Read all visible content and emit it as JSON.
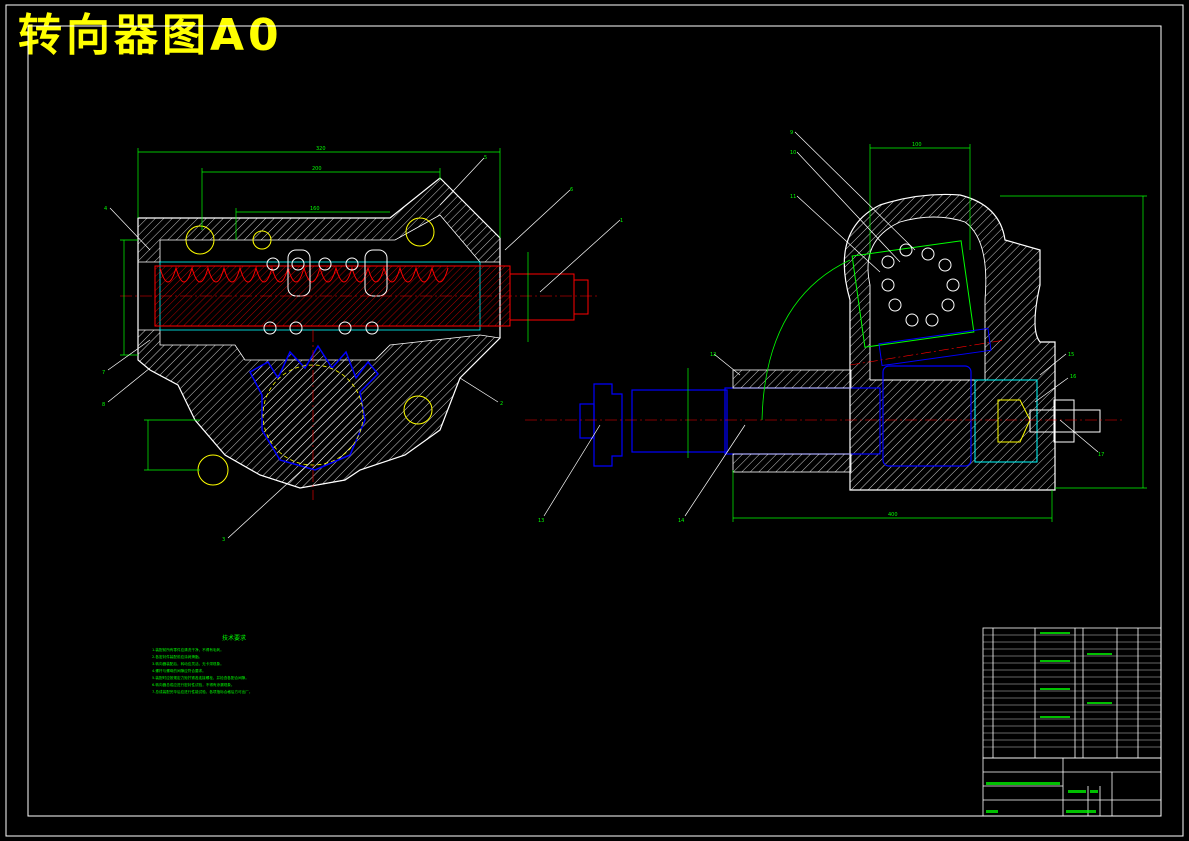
{
  "drawing": {
    "title": "转向器图A0",
    "colors": {
      "background": "#000000",
      "frame": "#ffffff",
      "title": "#ffff00",
      "outline": "#ffffff",
      "dimension": "#00ff00",
      "hidden": "#00ffff",
      "section": "#ff0000",
      "shaft": "#0000ff",
      "part": "#ff00ff"
    },
    "balloons": {
      "left_view": [
        "4",
        "5",
        "6",
        "1",
        "7",
        "8",
        "2",
        "3"
      ],
      "right_view": [
        "9",
        "10",
        "11",
        "12",
        "13",
        "14",
        "15",
        "16",
        "17"
      ]
    },
    "dimensions": {
      "left_overall": "320",
      "left_inner": "200",
      "left_mid": "160",
      "right_top": "100",
      "right_overall": "400"
    },
    "technical_requirements": {
      "heading": "技术要求",
      "lines": [
        "1.装配前所有零件应清洗干净，不得有毛刺。",
        "2.各密封件装配前应涂润滑脂。",
        "3.转向器装配后，转动应灵活，无卡滞现象。",
        "4.螺杆与螺母的间隙应符合要求。",
        "5.装配时应按规定力矩拧紧各连接螺栓，并检查各配合间隙。",
        "6.转向器总成应进行密封性试验，不得有渗漏现象。",
        "7.总成装配完毕后应进行性能试验，各项指标合格后方可出厂。"
      ]
    }
  }
}
